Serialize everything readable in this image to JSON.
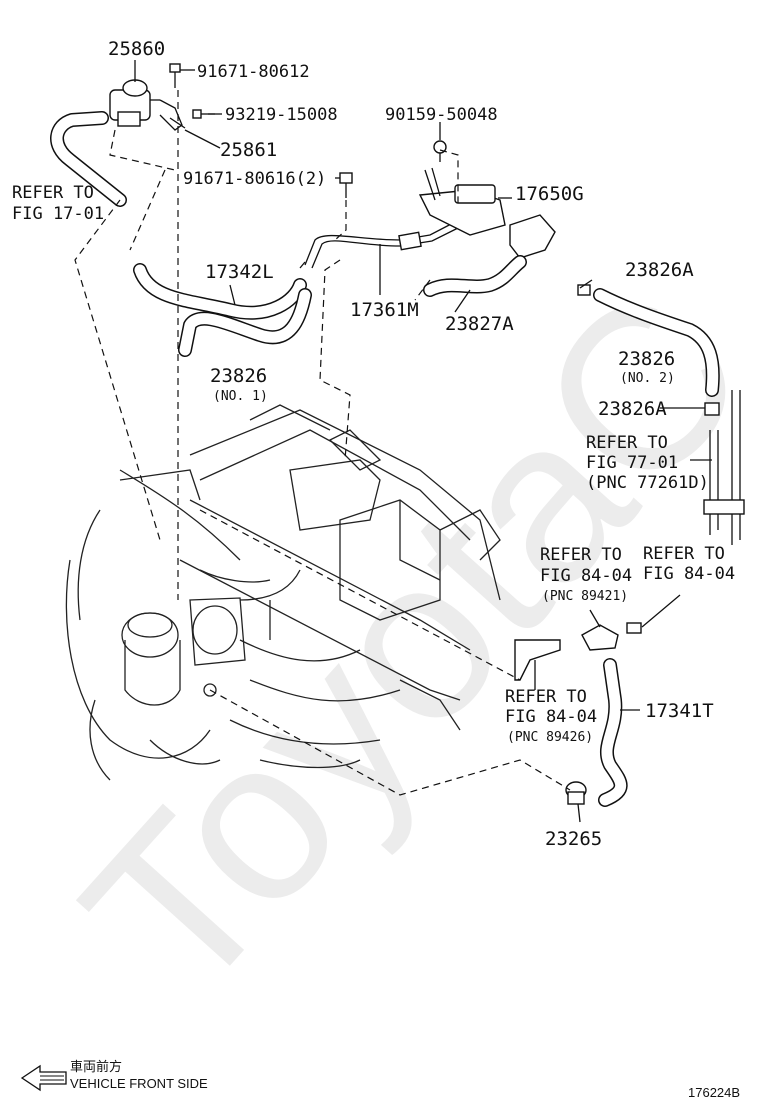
{
  "watermark": "ToyotaC",
  "footer": {
    "direction_jp": "車両前方",
    "direction_en": "VEHICLE FRONT SIDE",
    "figure_code": "176224B"
  },
  "labels": {
    "p25860": "25860",
    "p91671_80612": "91671-80612",
    "p93219_15008": "93219-15008",
    "p25861": "25861",
    "p91671_80616": "91671-80616(2)",
    "p90159_50048": "90159-50048",
    "p17650G": "17650G",
    "refer_17_01_a": "REFER TO",
    "refer_17_01_b": "FIG 17-01",
    "p17342L": "17342L",
    "p17361M": "17361M",
    "p23827A": "23827A",
    "p23826A_top": "23826A",
    "p23826_no1": "23826",
    "p23826_no1_sub": "(NO. 1)",
    "p23826_no2": "23826",
    "p23826_no2_sub": "(NO. 2)",
    "p23826A_mid": "23826A",
    "refer_77_a": "REFER TO",
    "refer_77_b": "FIG 77-01",
    "refer_77_c": "(PNC 77261D)",
    "refer_8404_l_a": "REFER TO",
    "refer_8404_l_b": "FIG 84-04",
    "refer_8404_l_c": "(PNC 89421)",
    "refer_8404_r_a": "REFER TO",
    "refer_8404_r_b": "FIG 84-04",
    "refer_8404_b_a": "REFER TO",
    "refer_8404_b_b": "FIG 84-04",
    "refer_8404_b_c": "(PNC 89426)",
    "p17341T": "17341T",
    "p23265": "23265"
  }
}
